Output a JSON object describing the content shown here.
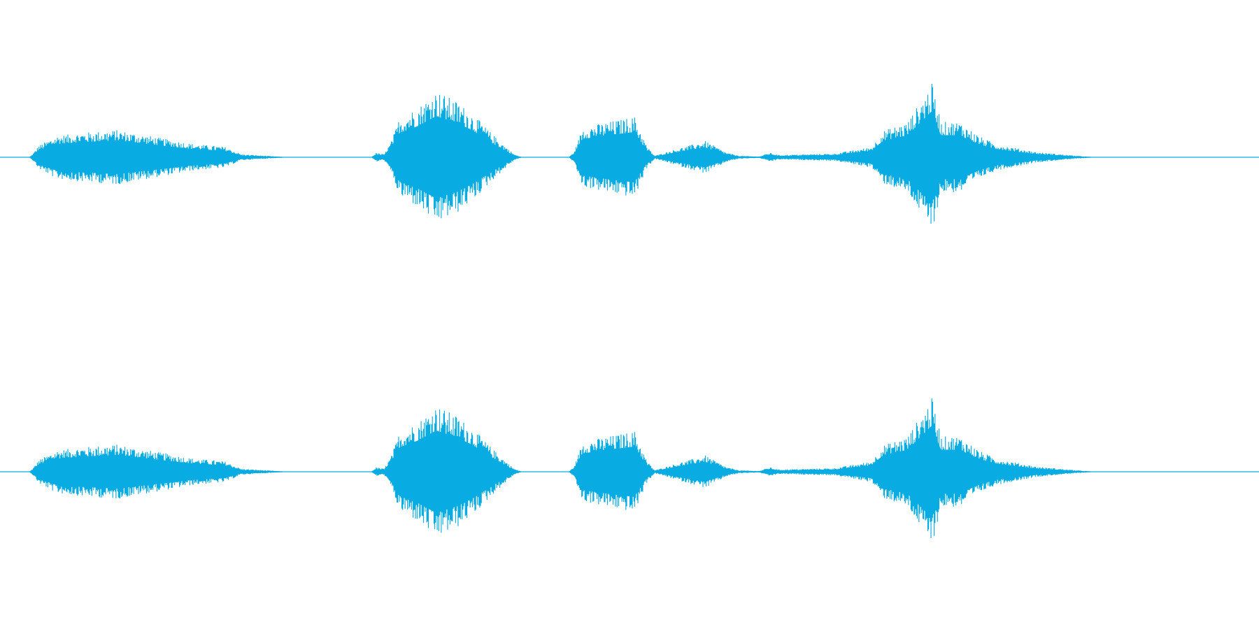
{
  "chart_data": {
    "type": "area",
    "title": "",
    "xlabel": "",
    "ylabel": "",
    "grid": false,
    "legend": "none",
    "color": "#08ace2",
    "x_domain": [
      0,
      1568
    ],
    "y_domain": [
      -1,
      1
    ],
    "series": [
      {
        "channel_index": 0,
        "envelope": [
          [
            0,
            0.0
          ],
          [
            36,
            0.0
          ],
          [
            40,
            0.04
          ],
          [
            48,
            0.16
          ],
          [
            70,
            0.29
          ],
          [
            100,
            0.33
          ],
          [
            145,
            0.37
          ],
          [
            190,
            0.28
          ],
          [
            240,
            0.18
          ],
          [
            280,
            0.14
          ],
          [
            300,
            0.04
          ],
          [
            345,
            0.01
          ],
          [
            360,
            0.0
          ],
          [
            462,
            0.0
          ],
          [
            468,
            0.06
          ],
          [
            478,
            0.04
          ],
          [
            487,
            0.22
          ],
          [
            497,
            0.53
          ],
          [
            520,
            0.68
          ],
          [
            543,
            0.9
          ],
          [
            570,
            0.75
          ],
          [
            592,
            0.55
          ],
          [
            612,
            0.32
          ],
          [
            640,
            0.04
          ],
          [
            650,
            0.0
          ],
          [
            708,
            0.0
          ],
          [
            715,
            0.08
          ],
          [
            725,
            0.4
          ],
          [
            752,
            0.47
          ],
          [
            790,
            0.55
          ],
          [
            805,
            0.15
          ],
          [
            815,
            0.02
          ],
          [
            845,
            0.12
          ],
          [
            878,
            0.22
          ],
          [
            905,
            0.06
          ],
          [
            920,
            0.02
          ],
          [
            945,
            0.01
          ],
          [
            958,
            0.06
          ],
          [
            970,
            0.03
          ],
          [
            1040,
            0.05
          ],
          [
            1085,
            0.14
          ],
          [
            1100,
            0.36
          ],
          [
            1130,
            0.48
          ],
          [
            1160,
            1.0
          ],
          [
            1172,
            0.48
          ],
          [
            1195,
            0.48
          ],
          [
            1220,
            0.28
          ],
          [
            1240,
            0.18
          ],
          [
            1290,
            0.07
          ],
          [
            1340,
            0.02
          ],
          [
            1365,
            0.0
          ],
          [
            1568,
            0.0
          ]
        ]
      },
      {
        "channel_index": 1,
        "envelope": [
          [
            0,
            0.0
          ],
          [
            36,
            0.0
          ],
          [
            40,
            0.04
          ],
          [
            48,
            0.16
          ],
          [
            70,
            0.29
          ],
          [
            100,
            0.33
          ],
          [
            145,
            0.37
          ],
          [
            190,
            0.28
          ],
          [
            240,
            0.18
          ],
          [
            280,
            0.14
          ],
          [
            300,
            0.04
          ],
          [
            345,
            0.01
          ],
          [
            360,
            0.0
          ],
          [
            462,
            0.0
          ],
          [
            468,
            0.06
          ],
          [
            478,
            0.04
          ],
          [
            487,
            0.22
          ],
          [
            497,
            0.53
          ],
          [
            520,
            0.68
          ],
          [
            543,
            0.9
          ],
          [
            570,
            0.75
          ],
          [
            592,
            0.55
          ],
          [
            612,
            0.32
          ],
          [
            640,
            0.04
          ],
          [
            650,
            0.0
          ],
          [
            708,
            0.0
          ],
          [
            715,
            0.08
          ],
          [
            725,
            0.4
          ],
          [
            752,
            0.47
          ],
          [
            790,
            0.55
          ],
          [
            805,
            0.15
          ],
          [
            815,
            0.02
          ],
          [
            845,
            0.12
          ],
          [
            878,
            0.22
          ],
          [
            905,
            0.06
          ],
          [
            920,
            0.02
          ],
          [
            945,
            0.01
          ],
          [
            958,
            0.06
          ],
          [
            970,
            0.03
          ],
          [
            1040,
            0.05
          ],
          [
            1085,
            0.14
          ],
          [
            1100,
            0.36
          ],
          [
            1130,
            0.48
          ],
          [
            1160,
            1.0
          ],
          [
            1172,
            0.48
          ],
          [
            1195,
            0.48
          ],
          [
            1220,
            0.28
          ],
          [
            1240,
            0.18
          ],
          [
            1290,
            0.07
          ],
          [
            1340,
            0.02
          ],
          [
            1365,
            0.0
          ],
          [
            1568,
            0.0
          ]
        ]
      }
    ]
  }
}
